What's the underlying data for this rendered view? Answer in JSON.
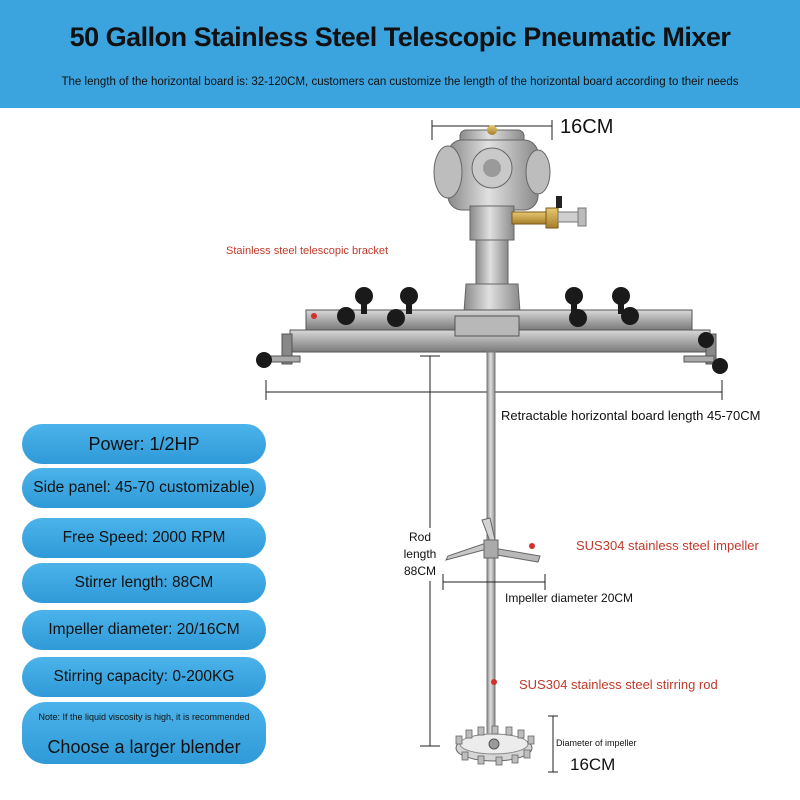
{
  "header": {
    "title": "50 Gallon Stainless Steel Telescopic Pneumatic Mixer",
    "subtitle": "The length of the horizontal board is: 32-120CM, customers can customize the length of the horizontal board according to their needs"
  },
  "specs": {
    "power": "Power: 1/2HP",
    "side_panel": "Side panel: 45-70 customizable)",
    "free_speed": "Free Speed: 2000 RPM",
    "stirrer_length": "Stirrer length: 88CM",
    "impeller_diameter": "Impeller diameter: 20/16CM",
    "stirring_capacity": "Stirring capacity: 0-200KG",
    "note": "Note: If the liquid viscosity is high, it is recommended",
    "recommendation": "Choose a larger blender"
  },
  "labels": {
    "motor_width": "16CM",
    "bracket": "Stainless steel telescopic bracket",
    "board_length": "Retractable horizontal board length 45-70CM",
    "rod_line1": "Rod",
    "rod_line2": "length",
    "rod_line3": "88CM",
    "impeller": "SUS304 stainless steel impeller",
    "impeller_diameter": "Impeller diameter 20CM",
    "stirring_rod": "SUS304 stainless steel stirring rod",
    "bottom_diameter": "Diameter of impeller",
    "bottom_width": "16CM"
  },
  "colors": {
    "header_bg": "#3ba3dd",
    "pill_bg": "#3aa6e3",
    "callout_red": "#c0392b"
  }
}
